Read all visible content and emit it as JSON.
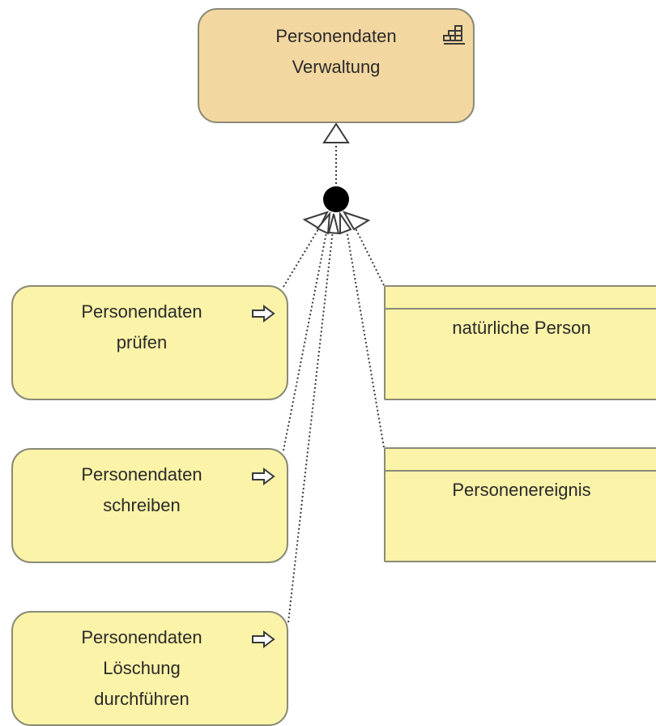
{
  "diagram": {
    "component": {
      "lines": [
        "Personendaten",
        "Verwaltung"
      ],
      "icon": "application-component-icon"
    },
    "processes": [
      {
        "lines": [
          "Personendaten",
          "prüfen"
        ],
        "icon": "process-arrow-icon"
      },
      {
        "lines": [
          "Personendaten",
          "schreiben"
        ],
        "icon": "process-arrow-icon"
      },
      {
        "lines": [
          "Personendaten",
          "Löschung",
          "durchführen"
        ],
        "icon": "process-arrow-icon"
      }
    ],
    "data_objects": [
      {
        "label": "natürliche Person"
      },
      {
        "label": "Personenereignis"
      }
    ],
    "junction": "and-junction",
    "relationship": "realization"
  },
  "colors": {
    "component_fill": "#f3d7a0",
    "element_fill": "#fbf3a8",
    "border": "#8a8a78",
    "connector": "#3a3a3a"
  }
}
